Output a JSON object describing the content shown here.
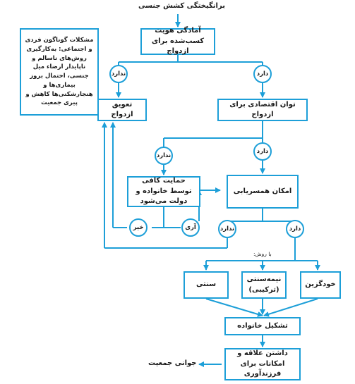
{
  "title": "برانگیختگی کشش جنسی",
  "nodes": {
    "identity": "آمادگی هویت کسب‌شده برای ازدواج",
    "delay": "تعویق ازدواج",
    "economic": "توان اقتصادی برای ازدواج",
    "support": "حمایت کافی توسط خانواده و دولت می‌شود",
    "matching": "امکان همسریابی",
    "traditional": "سنتی",
    "semi": "نیمه‌سنتی (ترکیبی)",
    "self_select": "خودگزین",
    "family": "تشکیل خانواده",
    "desire": "داشتن علاقه و امکانات برای فرزندآوری",
    "problems": "مشکلات گوناگون فردی و اجتماعی: به‌کارگیری روش‌های ناسالم و ناپایدار ارضاء میل جنسی، احتمال بروز بیماری‌ها و هنجارشکنی‌ها کاهش و پیری جمعیت"
  },
  "labels": {
    "has": "دارد",
    "not": "ندارد",
    "yes": "آری",
    "no": "خیر",
    "method": "با روش:",
    "youth": "جوانی جمعیت"
  },
  "colors": {
    "accent": "#1d9fd8",
    "text": "#1a1a1a"
  }
}
